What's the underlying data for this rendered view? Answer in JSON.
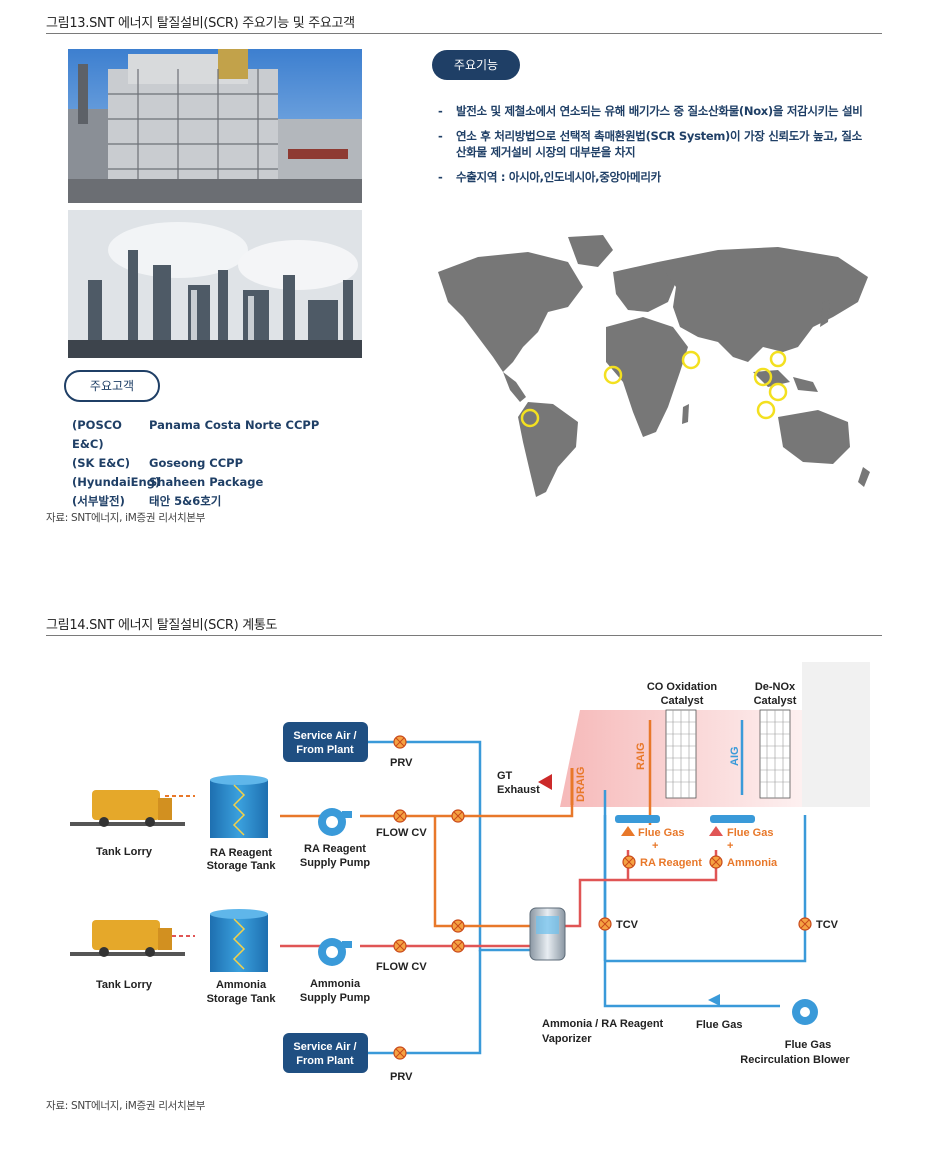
{
  "fig13": {
    "title": "그림13.SNT 에너지 탈질설비(SCR) 주요기능 및 주요고객",
    "functions_pill": "주요기능",
    "bullets": [
      "발전소 및 제철소에서 연소되는 유해 배기가스 중 질소산화물(Nox)을 저감시키는 설비",
      "연소 후 처리방법으로 선택적 촉매환원법(SCR System)이 가장 신뢰도가 높고, 질소산화물 제거설비 시장의 대부분을 차지",
      "수출지역 : 아시아,인도네시아,중앙아메리카"
    ],
    "customers_pill": "주요고객",
    "customers": [
      {
        "company": "(POSCO E&C)",
        "project": "Panama Costa Norte CCPP"
      },
      {
        "company": "(SK E&C)",
        "project": "Goseong CCPP"
      },
      {
        "company": "(HyundaiEng)",
        "project": "Shaheen Package"
      },
      {
        "company": "(서부발전)",
        "project": "태안 5&6호기"
      }
    ],
    "source": "자료: SNT에너지, iM증권 리서치본부"
  },
  "fig14": {
    "title": "그림14.SNT 에너지 탈질설비(SCR) 계통도",
    "source": "자료: SNT에너지, iM증권 리서치본부",
    "labels": {
      "service_air_1": "Service Air /",
      "service_air_2": "From Plant",
      "prv": "PRV",
      "tank_lorry": "Tank Lorry",
      "ra_tank_1": "RA Reagent",
      "ra_tank_2": "Storage Tank",
      "ra_pump_1": "RA Reagent",
      "ra_pump_2": "Supply Pump",
      "flow_cv": "FLOW CV",
      "amm_tank_1": "Ammonia",
      "amm_tank_2": "Storage Tank",
      "amm_pump_1": "Ammonia",
      "amm_pump_2": "Supply Pump",
      "gt_1": "GT",
      "gt_2": "Exhaust",
      "draig": "DRAIG",
      "raig": "RAIG",
      "aig": "AIG",
      "co_1": "CO Oxidation",
      "co_2": "Catalyst",
      "denox_1": "De-NOx",
      "denox_2": "Catalyst",
      "flue_gas": "Flue Gas",
      "plus": "+",
      "ra_reagent": "RA Reagent",
      "ammonia": "Ammonia",
      "tcv": "TCV",
      "vaporizer_1": "Ammonia / RA Reagent",
      "vaporizer_2": "Vaporizer",
      "blower_1": "Flue Gas",
      "blower_2": "Recirculation Blower"
    }
  },
  "colors": {
    "navy": "#1f3f66",
    "orange_line": "#e8782a",
    "blue_line": "#3a9ad9",
    "red_line": "#e05555",
    "map_gray": "#777777",
    "highlight": "#f3e020"
  }
}
